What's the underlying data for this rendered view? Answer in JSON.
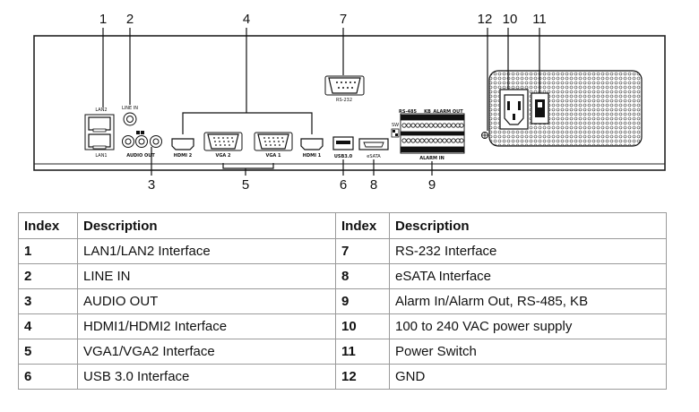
{
  "diagram": {
    "callouts": [
      "1",
      "2",
      "3",
      "4",
      "5",
      "6",
      "7",
      "8",
      "9",
      "10",
      "11",
      "12"
    ],
    "panel_labels": {
      "lan2": "LAN2",
      "lan1": "LAN1",
      "line_in": "LINE IN",
      "audio_out": "AUDIO OUT",
      "hdmi2": "HDMI 2",
      "vga2": "VGA 2",
      "vga1": "VGA 1",
      "hdmi1": "HDMI 1",
      "usb": "USB3.0",
      "esata": "eSATA",
      "rs232": "RS-232",
      "rs485": "RS-485",
      "kb": "KB",
      "alarm_out": "ALARM OUT",
      "alarm_in": "ALARM IN",
      "sw": "SW"
    }
  },
  "table": {
    "headers": [
      "Index",
      "Description",
      "Index",
      "Description"
    ],
    "rows": [
      [
        "1",
        "LAN1/LAN2 Interface",
        "7",
        "RS-232 Interface"
      ],
      [
        "2",
        "LINE IN",
        "8",
        "eSATA Interface"
      ],
      [
        "3",
        "AUDIO OUT",
        "9",
        "Alarm In/Alarm Out, RS-485, KB"
      ],
      [
        "4",
        "HDMI1/HDMI2 Interface",
        "10",
        "100 to 240 VAC power supply"
      ],
      [
        "5",
        "VGA1/VGA2 Interface",
        "11",
        "Power Switch"
      ],
      [
        "6",
        "USB 3.0 Interface",
        "12",
        "GND"
      ]
    ]
  }
}
